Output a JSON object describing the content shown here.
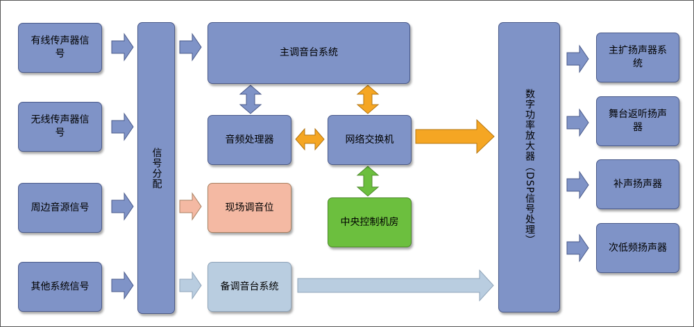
{
  "inputs": [
    {
      "id": "wired-mic-signal",
      "label": "有线传声器信号"
    },
    {
      "id": "wireless-mic-signal",
      "label": "无线传声器信号"
    },
    {
      "id": "peripheral-source-signal",
      "label": "周边音源信号"
    },
    {
      "id": "other-system-signal",
      "label": "其他系统信号"
    }
  ],
  "center": {
    "distribution": "信号分配",
    "main_console": "主调音台系统",
    "audio_processor": "音频处理器",
    "network_switch": "网络交换机",
    "live_mixing": "现场调音位",
    "central_control": "中央控制机房",
    "backup_console": "备调音台系统"
  },
  "amplifier": "数字功率放大器（DSP信号处理）",
  "outputs": [
    {
      "id": "main-speaker-system",
      "label": "主扩扬声器系统"
    },
    {
      "id": "stage-monitor-speaker",
      "label": "舞台返听扬声器"
    },
    {
      "id": "fill-speaker",
      "label": "补声扬声器"
    },
    {
      "id": "subwoofer-speaker",
      "label": "次低频扬声器"
    }
  ],
  "colors": {
    "box_blue": "#7f93c7",
    "arrow_blue": "#7f93c7",
    "arrow_orange": "#f5a623",
    "arrow_green": "#6cbf3e",
    "arrow_salmon": "#f4b9a3",
    "arrow_light": "#b9cde0",
    "box_orange": "#f4b9a3",
    "box_green": "#6cbf3e",
    "box_light": "#b9cde0"
  }
}
